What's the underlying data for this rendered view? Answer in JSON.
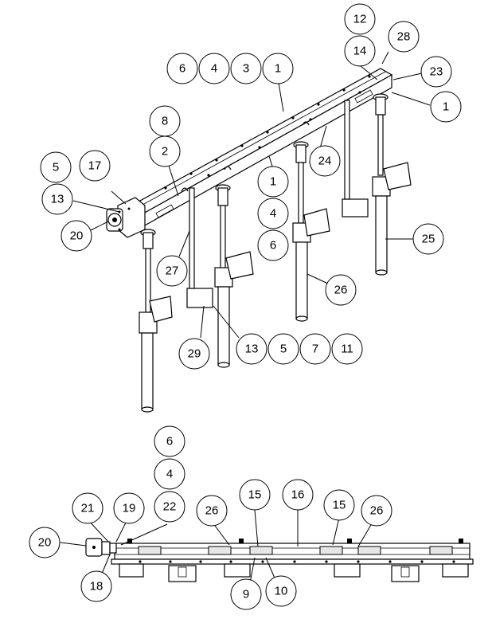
{
  "iso_view": {
    "balloons": [
      {
        "id": "b-12",
        "text": "12"
      },
      {
        "id": "b-28",
        "text": "28"
      },
      {
        "id": "b-14",
        "text": "14"
      },
      {
        "id": "b-23",
        "text": "23"
      },
      {
        "id": "b-1-right",
        "text": "1"
      },
      {
        "id": "b-6-top",
        "text": "6"
      },
      {
        "id": "b-4-top",
        "text": "4"
      },
      {
        "id": "b-3-top",
        "text": "3"
      },
      {
        "id": "b-1-top",
        "text": "1"
      },
      {
        "id": "b-8",
        "text": "8"
      },
      {
        "id": "b-2",
        "text": "2"
      },
      {
        "id": "b-24",
        "text": "24"
      },
      {
        "id": "b-5-left",
        "text": "5"
      },
      {
        "id": "b-17",
        "text": "17"
      },
      {
        "id": "b-13-left",
        "text": "13"
      },
      {
        "id": "b-20-iso",
        "text": "20"
      },
      {
        "id": "b-1-mid",
        "text": "1"
      },
      {
        "id": "b-4-mid",
        "text": "4"
      },
      {
        "id": "b-6-mid",
        "text": "6"
      },
      {
        "id": "b-25",
        "text": "25"
      },
      {
        "id": "b-27",
        "text": "27"
      },
      {
        "id": "b-26-iso",
        "text": "26"
      },
      {
        "id": "b-29",
        "text": "29"
      },
      {
        "id": "b-13-bottom",
        "text": "13"
      },
      {
        "id": "b-5-bottom",
        "text": "5"
      },
      {
        "id": "b-7",
        "text": "7"
      },
      {
        "id": "b-11",
        "text": "11"
      }
    ]
  },
  "front_view": {
    "balloons": [
      {
        "id": "f-6",
        "text": "6"
      },
      {
        "id": "f-4",
        "text": "4"
      },
      {
        "id": "f-21",
        "text": "21"
      },
      {
        "id": "f-19",
        "text": "19"
      },
      {
        "id": "f-22",
        "text": "22"
      },
      {
        "id": "f-26-left",
        "text": "26"
      },
      {
        "id": "f-15-left",
        "text": "15"
      },
      {
        "id": "f-16",
        "text": "16"
      },
      {
        "id": "f-15-right",
        "text": "15"
      },
      {
        "id": "f-26-right",
        "text": "26"
      },
      {
        "id": "f-20",
        "text": "20"
      },
      {
        "id": "f-18",
        "text": "18"
      },
      {
        "id": "f-9",
        "text": "9"
      },
      {
        "id": "f-10",
        "text": "10"
      }
    ]
  }
}
